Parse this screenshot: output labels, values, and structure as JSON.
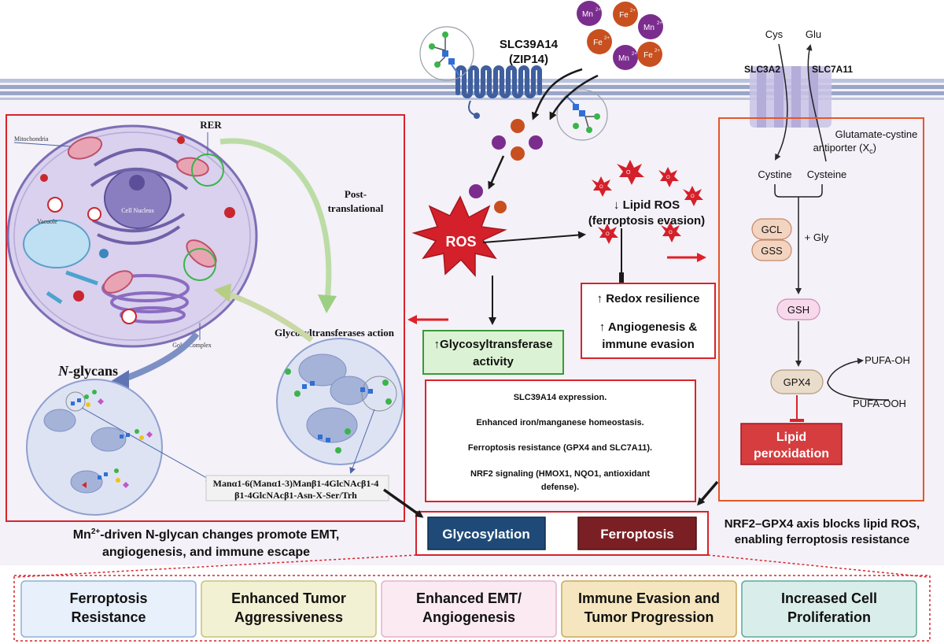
{
  "ions": {
    "mn": "Mn",
    "fe": "Fe",
    "charge": "2+"
  },
  "transporter": {
    "name": "SLC39A14",
    "alias": "(ZIP14)"
  },
  "xc": {
    "cys": "Cys",
    "glu": "Glu",
    "slc3a2": "SLC3A2",
    "slc7a11": "SLC7A11",
    "antiporter_line1": "Glutamate-cystine",
    "antiporter_line2": "antiporter (X",
    "antiporter_sub": "c",
    "antiporter_end": ")",
    "cystine": "Cystine",
    "cysteine": "Cysteine",
    "gcl": "GCL",
    "gss": "GSS",
    "gly": "+ Gly",
    "gsh": "GSH",
    "gpx4": "GPX4",
    "pufa_oh": "PUFA-OH",
    "pufa_ooh": "PUFA-OOH",
    "lipid_perox_1": "Lipid",
    "lipid_perox_2": "peroxidation"
  },
  "ros": {
    "label": "ROS",
    "o2": "O",
    "lipid_ros_1": "↓ Lipid ROS",
    "lipid_ros_2": "(ferroptosis evasion)",
    "redox": "↑ Redox resilience",
    "angio_1": "↑ Angiogenesis &",
    "angio_2": "immune evasion",
    "glyco_act_1": "↑Glycosyltransferase",
    "glyco_act_2": "activity"
  },
  "cell": {
    "rer": "RER",
    "mito": "Mitochondria",
    "nucleus": "Cell Nucleus",
    "vacuole": "Vacuole",
    "golgi": "Golgi Complex",
    "post_1": "Post-",
    "post_2": "translational",
    "gt_action": "Glycosyltransferases action",
    "nglycans_n": "N",
    "nglycans_rest": "-glycans",
    "formula_1": "Manα1-6(Manα1-3)Manβ1-4GlcNAcβ1-4",
    "formula_2": "β1-4GlcNAcβ1-Asn-X-Ser/Trh"
  },
  "summary": [
    "SLC39A14 expression.",
    "Enhanced iron/manganese homeostasis.",
    "Ferroptosis resistance  (GPX4 and SLC7A11).",
    "NRF2 signaling (HMOX1, NQO1, antioxidant",
    "defense)."
  ],
  "pathways": {
    "glycosylation": "Glycosylation",
    "ferroptosis": "Ferroptosis"
  },
  "captions": {
    "left_1a": "Mn",
    "left_1sup": "2+",
    "left_1b": "-driven N-glycan changes promote EMT,",
    "left_2": "angiogenesis, and immune escape",
    "right_1": "NRF2–GPX4 axis blocks lipid ROS,",
    "right_2": "enabling ferroptosis resistance"
  },
  "outcomes": [
    {
      "l1": "Ferroptosis",
      "l2": "Resistance",
      "bg": "#e8f0fb",
      "border": "#8fb0d6"
    },
    {
      "l1": "Enhanced Tumor",
      "l2": "Aggressiveness",
      "bg": "#f3f1d3",
      "border": "#c7c27a"
    },
    {
      "l1": "Enhanced EMT/",
      "l2": "Angiogenesis",
      "bg": "#fbeaf1",
      "border": "#e2b3c8"
    },
    {
      "l1": "Immune Evasion and",
      "l2": "Tumor Progression",
      "bg": "#f5e6bf",
      "border": "#c9a95b"
    },
    {
      "l1": "Increased Cell",
      "l2": "Proliferation",
      "bg": "#d9eeea",
      "border": "#5fa79a"
    }
  ],
  "colors": {
    "background": "#f4f1f8",
    "membrane": "#b9c3dd",
    "red_frame": "#d9232b",
    "orange_frame": "#e5562a",
    "mn": "#7b2d8e",
    "fe": "#c8501f",
    "ros": "#d4202a",
    "glycosylation": "#1f4a78",
    "ferroptosis": "#7a2024"
  }
}
